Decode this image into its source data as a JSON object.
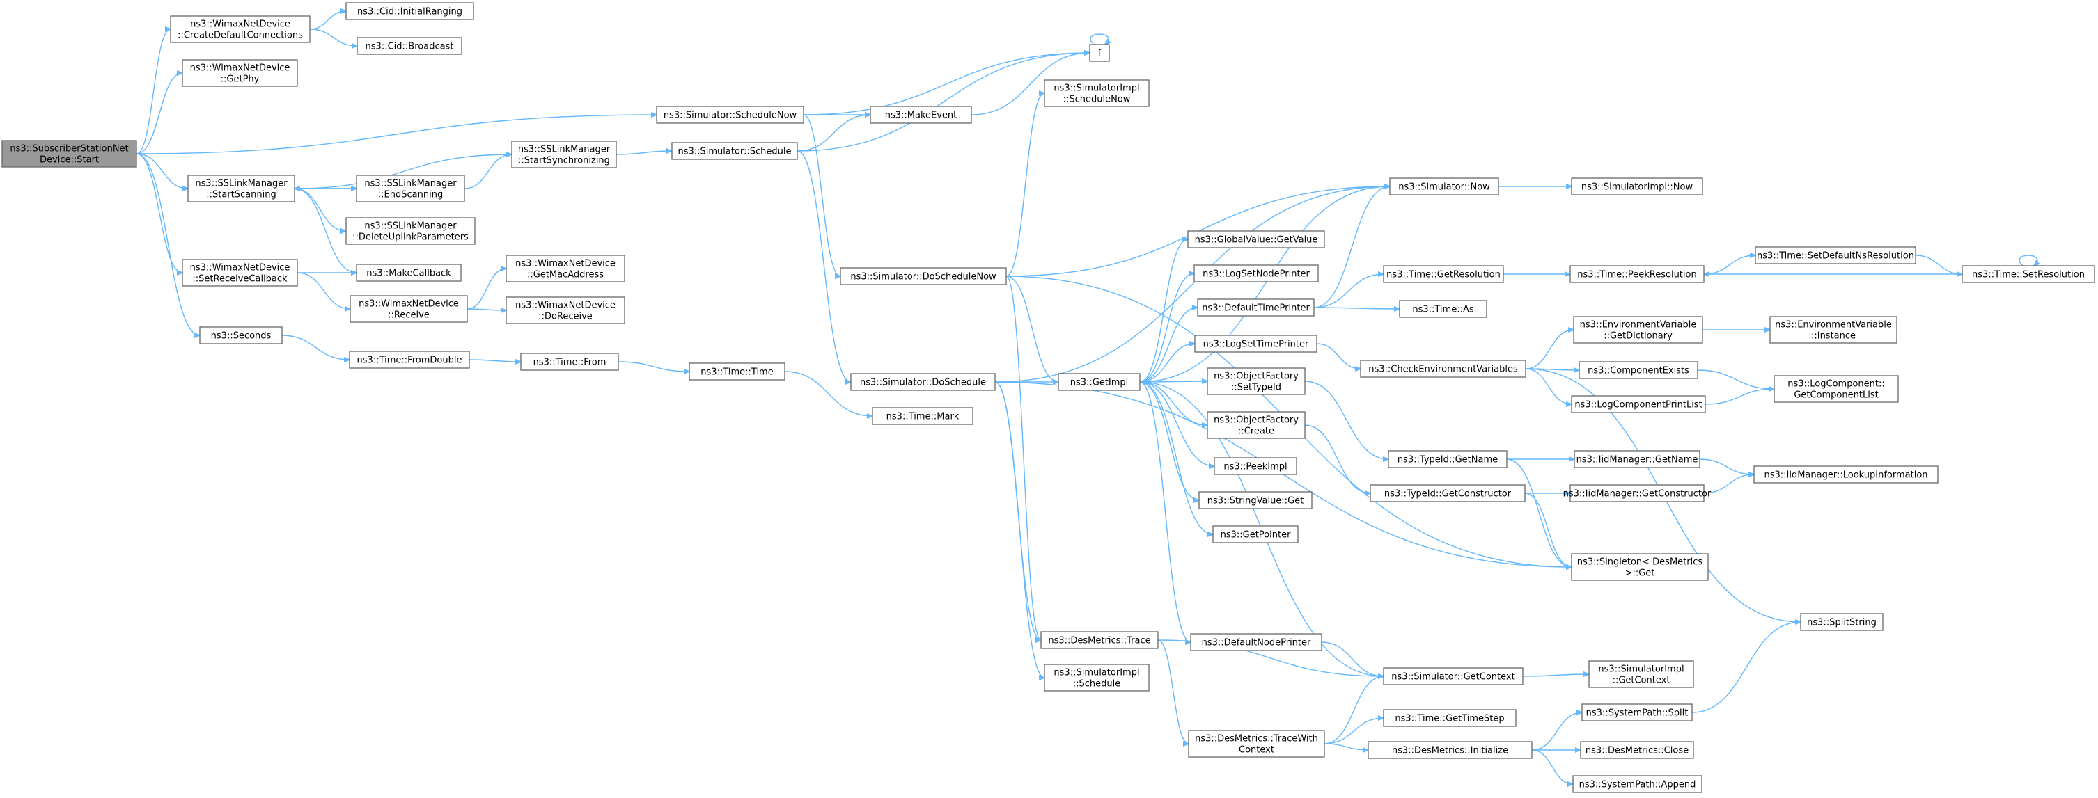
{
  "diagram": {
    "type": "call-graph",
    "colors": {
      "edge": "#63b8ff",
      "node_border": "#666666",
      "root_fill": "#999999",
      "node_fill": "#ffffff"
    },
    "nodes": [
      {
        "id": "root",
        "lines": [
          "ns3::SubscriberStationNet",
          "Device::Start"
        ],
        "root": true
      },
      {
        "id": "createDefConn",
        "lines": [
          "ns3::WimaxNetDevice",
          "::CreateDefaultConnections"
        ]
      },
      {
        "id": "cidInitRanging",
        "lines": [
          "ns3::Cid::InitialRanging"
        ]
      },
      {
        "id": "cidBroadcast",
        "lines": [
          "ns3::Cid::Broadcast"
        ]
      },
      {
        "id": "getPhy",
        "lines": [
          "ns3::WimaxNetDevice",
          "::GetPhy"
        ]
      },
      {
        "id": "simScheduleNow",
        "lines": [
          "ns3::Simulator::ScheduleNow"
        ]
      },
      {
        "id": "f",
        "lines": [
          "f"
        ]
      },
      {
        "id": "makeEvent",
        "lines": [
          "ns3::MakeEvent"
        ]
      },
      {
        "id": "simImplScheduleNow",
        "lines": [
          "ns3::SimulatorImpl",
          "::ScheduleNow"
        ]
      },
      {
        "id": "ssStartScanning",
        "lines": [
          "ns3::SSLinkManager",
          "::StartScanning"
        ]
      },
      {
        "id": "ssEndScanning",
        "lines": [
          "ns3::SSLinkManager",
          "::EndScanning"
        ]
      },
      {
        "id": "ssStartSync",
        "lines": [
          "ns3::SSLinkManager",
          "::StartSynchronizing"
        ]
      },
      {
        "id": "simSchedule",
        "lines": [
          "ns3::Simulator::Schedule"
        ]
      },
      {
        "id": "ssDelUplink",
        "lines": [
          "ns3::SSLinkManager",
          "::DeleteUplinkParameters"
        ]
      },
      {
        "id": "setRecvCb",
        "lines": [
          "ns3::WimaxNetDevice",
          "::SetReceiveCallback"
        ]
      },
      {
        "id": "makeCallback",
        "lines": [
          "ns3::MakeCallback"
        ]
      },
      {
        "id": "wimaxReceive",
        "lines": [
          "ns3::WimaxNetDevice",
          "::Receive"
        ]
      },
      {
        "id": "getMacAddr",
        "lines": [
          "ns3::WimaxNetDevice",
          "::GetMacAddress"
        ]
      },
      {
        "id": "doReceive",
        "lines": [
          "ns3::WimaxNetDevice",
          "::DoReceive"
        ]
      },
      {
        "id": "seconds",
        "lines": [
          "ns3::Seconds"
        ]
      },
      {
        "id": "fromDouble",
        "lines": [
          "ns3::Time::FromDouble"
        ]
      },
      {
        "id": "timeFrom",
        "lines": [
          "ns3::Time::From"
        ]
      },
      {
        "id": "timeTime",
        "lines": [
          "ns3::Time::Time"
        ]
      },
      {
        "id": "timeMark",
        "lines": [
          "ns3::Time::Mark"
        ]
      },
      {
        "id": "simDoScheduleNow",
        "lines": [
          "ns3::Simulator::DoScheduleNow"
        ]
      },
      {
        "id": "simDoSchedule",
        "lines": [
          "ns3::Simulator::DoSchedule"
        ]
      },
      {
        "id": "simNow",
        "lines": [
          "ns3::Simulator::Now"
        ]
      },
      {
        "id": "simImplNow",
        "lines": [
          "ns3::SimulatorImpl::Now"
        ]
      },
      {
        "id": "getImpl",
        "lines": [
          "ns3::GetImpl"
        ]
      },
      {
        "id": "gvGetValue",
        "lines": [
          "ns3::GlobalValue::GetValue"
        ]
      },
      {
        "id": "logSetNodePrinter",
        "lines": [
          "ns3::LogSetNodePrinter"
        ]
      },
      {
        "id": "defTimePrinter",
        "lines": [
          "ns3::DefaultTimePrinter"
        ]
      },
      {
        "id": "logSetTimePrinter",
        "lines": [
          "ns3::LogSetTimePrinter"
        ]
      },
      {
        "id": "ofSetTypeId",
        "lines": [
          "ns3::ObjectFactory",
          "::SetTypeId"
        ]
      },
      {
        "id": "ofCreate",
        "lines": [
          "ns3::ObjectFactory",
          "::Create"
        ]
      },
      {
        "id": "peekImpl",
        "lines": [
          "ns3::PeekImpl"
        ]
      },
      {
        "id": "stringValueGet",
        "lines": [
          "ns3::StringValue::Get"
        ]
      },
      {
        "id": "getPointer",
        "lines": [
          "ns3::GetPointer"
        ]
      },
      {
        "id": "defNodePrinter",
        "lines": [
          "ns3::DefaultNodePrinter"
        ]
      },
      {
        "id": "timeGetResolution",
        "lines": [
          "ns3::Time::GetResolution"
        ]
      },
      {
        "id": "timeAs",
        "lines": [
          "ns3::Time::As"
        ]
      },
      {
        "id": "timePeekRes",
        "lines": [
          "ns3::Time::PeekResolution"
        ]
      },
      {
        "id": "timeSetDefNsRes",
        "lines": [
          "ns3::Time::SetDefaultNsResolution"
        ]
      },
      {
        "id": "timeSetRes",
        "lines": [
          "ns3::Time::SetResolution"
        ]
      },
      {
        "id": "checkEnvVars",
        "lines": [
          "ns3::CheckEnvironmentVariables"
        ]
      },
      {
        "id": "envVarGetDict",
        "lines": [
          "ns3::EnvironmentVariable",
          "::GetDictionary"
        ]
      },
      {
        "id": "envVarInstance",
        "lines": [
          "ns3::EnvironmentVariable",
          "::Instance"
        ]
      },
      {
        "id": "compExists",
        "lines": [
          "ns3::ComponentExists"
        ]
      },
      {
        "id": "logCompPrintList",
        "lines": [
          "ns3::LogComponentPrintList"
        ]
      },
      {
        "id": "logCompGetList",
        "lines": [
          "ns3::LogComponent::",
          "GetComponentList"
        ]
      },
      {
        "id": "typeIdGetName",
        "lines": [
          "ns3::TypeId::GetName"
        ]
      },
      {
        "id": "iidGetName",
        "lines": [
          "ns3::IidManager::GetName"
        ]
      },
      {
        "id": "iidLookup",
        "lines": [
          "ns3::IidManager::LookupInformation"
        ]
      },
      {
        "id": "typeIdGetCtor",
        "lines": [
          "ns3::TypeId::GetConstructor"
        ]
      },
      {
        "id": "iidGetCtor",
        "lines": [
          "ns3::IidManager::GetConstructor"
        ]
      },
      {
        "id": "singletonGet",
        "lines": [
          "ns3::Singleton< DesMetrics",
          ">::Get"
        ]
      },
      {
        "id": "splitString",
        "lines": [
          "ns3::SplitString"
        ]
      },
      {
        "id": "desTrace",
        "lines": [
          "ns3::DesMetrics::Trace"
        ]
      },
      {
        "id": "simImplSchedule",
        "lines": [
          "ns3::SimulatorImpl",
          "::Schedule"
        ]
      },
      {
        "id": "simGetContext",
        "lines": [
          "ns3::Simulator::GetContext"
        ]
      },
      {
        "id": "simImplGetContext",
        "lines": [
          "ns3::SimulatorImpl",
          "::GetContext"
        ]
      },
      {
        "id": "desTraceWithCtx",
        "lines": [
          "ns3::DesMetrics::TraceWith",
          "Context"
        ]
      },
      {
        "id": "timeGetTimeStep",
        "lines": [
          "ns3::Time::GetTimeStep"
        ]
      },
      {
        "id": "desInit",
        "lines": [
          "ns3::DesMetrics::Initialize"
        ]
      },
      {
        "id": "sysPathSplit",
        "lines": [
          "ns3::SystemPath::Split"
        ]
      },
      {
        "id": "desClose",
        "lines": [
          "ns3::DesMetrics::Close"
        ]
      },
      {
        "id": "sysPathAppend",
        "lines": [
          "ns3::SystemPath::Append"
        ]
      }
    ],
    "edges": [
      [
        "root",
        "createDefConn"
      ],
      [
        "root",
        "getPhy"
      ],
      [
        "root",
        "simScheduleNow"
      ],
      [
        "root",
        "ssStartScanning"
      ],
      [
        "root",
        "setRecvCb"
      ],
      [
        "root",
        "seconds"
      ],
      [
        "createDefConn",
        "cidInitRanging"
      ],
      [
        "createDefConn",
        "cidBroadcast"
      ],
      [
        "simScheduleNow",
        "f"
      ],
      [
        "simScheduleNow",
        "makeEvent"
      ],
      [
        "simScheduleNow",
        "simDoScheduleNow"
      ],
      [
        "makeEvent",
        "f"
      ],
      [
        "f",
        "f"
      ],
      [
        "ssStartScanning",
        "ssEndScanning"
      ],
      [
        "ssStartScanning",
        "ssDelUplink"
      ],
      [
        "ssStartScanning",
        "makeCallback"
      ],
      [
        "ssEndScanning",
        "ssStartScanning"
      ],
      [
        "ssEndScanning",
        "ssStartSync"
      ],
      [
        "ssStartSync",
        "ssStartScanning"
      ],
      [
        "ssStartSync",
        "simSchedule"
      ],
      [
        "simSchedule",
        "makeEvent"
      ],
      [
        "simSchedule",
        "f"
      ],
      [
        "simSchedule",
        "simDoSchedule"
      ],
      [
        "setRecvCb",
        "makeCallback"
      ],
      [
        "setRecvCb",
        "wimaxReceive"
      ],
      [
        "wimaxReceive",
        "getMacAddr"
      ],
      [
        "wimaxReceive",
        "doReceive"
      ],
      [
        "seconds",
        "fromDouble"
      ],
      [
        "fromDouble",
        "timeFrom"
      ],
      [
        "timeFrom",
        "timeTime"
      ],
      [
        "timeTime",
        "timeMark"
      ],
      [
        "simDoScheduleNow",
        "simImplScheduleNow"
      ],
      [
        "simDoScheduleNow",
        "simNow"
      ],
      [
        "simDoScheduleNow",
        "getImpl"
      ],
      [
        "simDoScheduleNow",
        "desTrace"
      ],
      [
        "simDoScheduleNow",
        "singletonGet"
      ],
      [
        "simDoSchedule",
        "simNow"
      ],
      [
        "simDoSchedule",
        "getImpl"
      ],
      [
        "simDoSchedule",
        "desTrace"
      ],
      [
        "simDoSchedule",
        "simImplSchedule"
      ],
      [
        "simDoSchedule",
        "singletonGet"
      ],
      [
        "simNow",
        "simImplNow"
      ],
      [
        "getImpl",
        "simNow"
      ],
      [
        "getImpl",
        "gvGetValue"
      ],
      [
        "getImpl",
        "logSetNodePrinter"
      ],
      [
        "getImpl",
        "defTimePrinter"
      ],
      [
        "getImpl",
        "logSetTimePrinter"
      ],
      [
        "getImpl",
        "ofSetTypeId"
      ],
      [
        "getImpl",
        "ofCreate"
      ],
      [
        "getImpl",
        "peekImpl"
      ],
      [
        "getImpl",
        "stringValueGet"
      ],
      [
        "getImpl",
        "getPointer"
      ],
      [
        "getImpl",
        "defNodePrinter"
      ],
      [
        "defTimePrinter",
        "simNow"
      ],
      [
        "defTimePrinter",
        "timeGetResolution"
      ],
      [
        "defTimePrinter",
        "timeAs"
      ],
      [
        "timeGetResolution",
        "timePeekRes"
      ],
      [
        "timePeekRes",
        "timeSetDefNsRes"
      ],
      [
        "timeSetDefNsRes",
        "timeSetRes"
      ],
      [
        "timeSetRes",
        "timePeekRes"
      ],
      [
        "timeSetRes",
        "timeSetRes"
      ],
      [
        "logSetTimePrinter",
        "checkEnvVars"
      ],
      [
        "checkEnvVars",
        "envVarGetDict"
      ],
      [
        "checkEnvVars",
        "compExists"
      ],
      [
        "checkEnvVars",
        "logCompPrintList"
      ],
      [
        "checkEnvVars",
        "splitString"
      ],
      [
        "envVarGetDict",
        "envVarInstance"
      ],
      [
        "compExists",
        "logCompGetList"
      ],
      [
        "logCompPrintList",
        "logCompGetList"
      ],
      [
        "ofSetTypeId",
        "typeIdGetName"
      ],
      [
        "ofCreate",
        "typeIdGetCtor"
      ],
      [
        "typeIdGetName",
        "iidGetName"
      ],
      [
        "typeIdGetName",
        "singletonGet"
      ],
      [
        "iidGetName",
        "iidLookup"
      ],
      [
        "typeIdGetCtor",
        "iidGetCtor"
      ],
      [
        "typeIdGetCtor",
        "singletonGet"
      ],
      [
        "iidGetCtor",
        "iidLookup"
      ],
      [
        "desTrace",
        "simGetContext"
      ],
      [
        "desTrace",
        "desTraceWithCtx"
      ],
      [
        "defNodePrinter",
        "simGetContext"
      ],
      [
        "simGetContext",
        "getImpl"
      ],
      [
        "simGetContext",
        "simImplGetContext"
      ],
      [
        "desTraceWithCtx",
        "simGetContext"
      ],
      [
        "desTraceWithCtx",
        "timeGetTimeStep"
      ],
      [
        "desTraceWithCtx",
        "desInit"
      ],
      [
        "desInit",
        "sysPathSplit"
      ],
      [
        "desInit",
        "desClose"
      ],
      [
        "desInit",
        "sysPathAppend"
      ],
      [
        "sysPathSplit",
        "splitString"
      ]
    ]
  }
}
